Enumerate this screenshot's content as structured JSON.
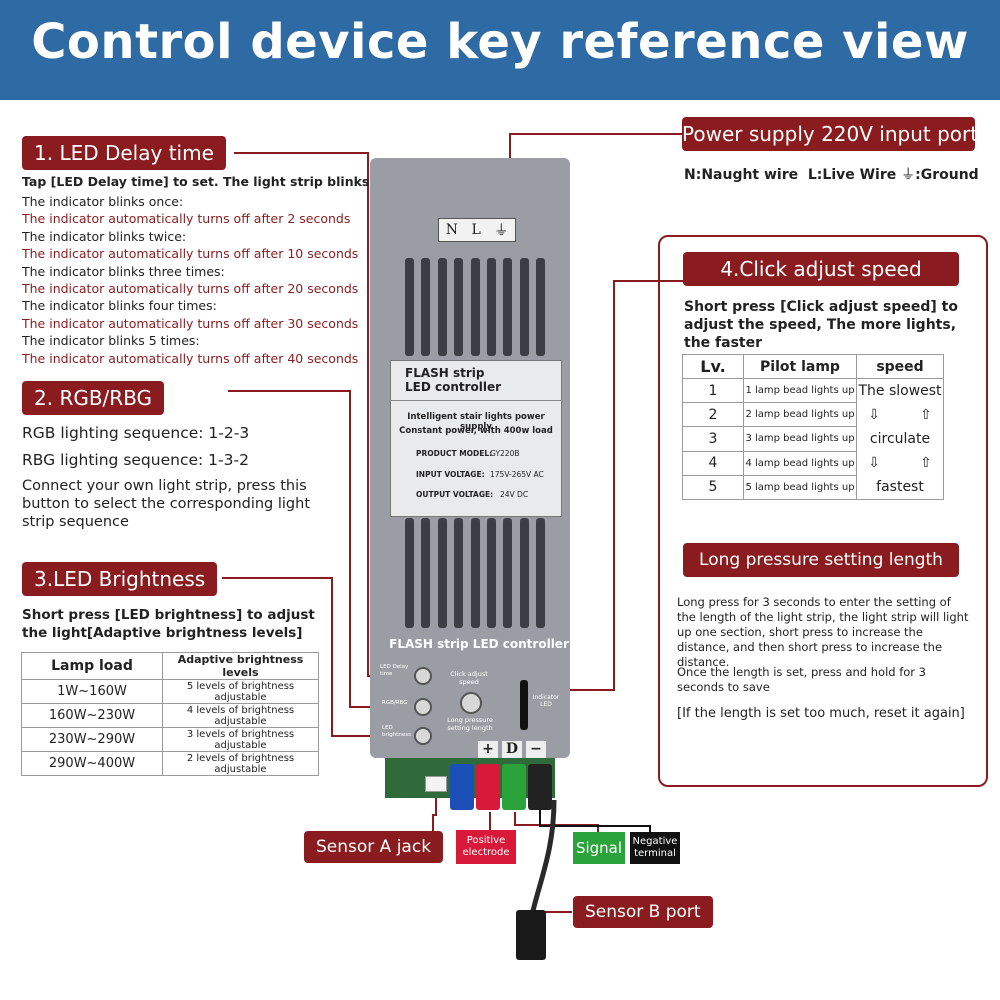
{
  "title": "Control device key reference view",
  "section1": {
    "tag": "1. LED Delay time",
    "intro": "Tap [LED Delay time] to set. The light strip blinks",
    "lines": [
      {
        "blink": "The indicator blinks once:",
        "result": "The indicator automatically turns off after 2 seconds"
      },
      {
        "blink": "The indicator blinks twice:",
        "result": "The indicator automatically turns off after 10 seconds"
      },
      {
        "blink": "The indicator blinks three times:",
        "result": "The indicator automatically turns off after 20 seconds"
      },
      {
        "blink": "The indicator blinks four times:",
        "result": "The indicator automatically turns off after 30 seconds"
      },
      {
        "blink": "The indicator blinks 5 times:",
        "result": "The indicator automatically turns off after 40 seconds"
      }
    ]
  },
  "section2": {
    "tag": "2. RGB/RBG",
    "rgb": "RGB lighting sequence: 1-2-3",
    "rbg": "RBG lighting sequence: 1-3-2",
    "desc": "Connect your own light strip, press this button to select the corresponding light strip sequence"
  },
  "section3": {
    "tag": "3.LED Brightness",
    "intro": "Short press [LED brightness] to adjust the light[Adaptive brightness levels]",
    "headers": [
      "Lamp load",
      "Adaptive brightness levels"
    ],
    "rows": [
      [
        "1W~160W",
        "5 levels of brightness adjustable"
      ],
      [
        "160W~230W",
        "4 levels of brightness adjustable"
      ],
      [
        "230W~290W",
        "3 levels of brightness adjustable"
      ],
      [
        "290W~400W",
        "2 levels of brightness adjustable"
      ]
    ]
  },
  "power": {
    "tag": "Power supply 220V input port",
    "legend": "N:Naught wire  L:Live Wire",
    "ground": ":Ground"
  },
  "section4": {
    "tag": "4.Click adjust speed",
    "intro": "Short press [Click adjust speed] to adjust the speed, The more lights, the faster",
    "headers": [
      "Lv.",
      "Pilot lamp",
      "speed"
    ],
    "rows": [
      [
        "1",
        "1 lamp bead lights up"
      ],
      [
        "2",
        "2 lamp bead lights up"
      ],
      [
        "3",
        "3 lamp bead lights up"
      ],
      [
        "4",
        "4 lamp bead lights up"
      ],
      [
        "5",
        "5 lamp bead lights up"
      ]
    ],
    "speed_top": "The slowest",
    "speed_mid": "circulate",
    "speed_bottom": "fastest",
    "arrow_down": "⇩",
    "arrow_up": "⇧"
  },
  "section5": {
    "tag": "Long pressure setting length",
    "p1": "Long press for 3 seconds to enter the setting of the length of the light strip, the light strip will light up one section, short press to increase the distance, and then short press to increase the distance.",
    "p2": "Once the length is set, press and hold for 3 seconds to save",
    "p3": "[If the length is set too much, reset it again]"
  },
  "device": {
    "logo": [
      "N",
      "L",
      "⏚"
    ],
    "label_title": "FLASH strip LED controller",
    "label_line1": "Intelligent stair lights power supply",
    "label_line2": "Constant power, with 400w load",
    "model_label": "PRODUCT MODEL:",
    "model_value": "GY220B",
    "input_label": "INPUT VOLTAGE:",
    "input_value": "175V-265V AC",
    "output_label": "OUTPUT VOLTAGE:",
    "output_value": "24V DC",
    "panel_title": "FLASH strip LED controller",
    "btn_delay": "LED Delay time",
    "btn_rgb": "RGB/RBG",
    "btn_bright": "LED brightness",
    "click_label": "Click adjust speed",
    "long_label": "Long pressure setting length",
    "indicator": "Indicator LED",
    "terminal_plus": "+",
    "terminal_d": "D",
    "terminal_minus": "−"
  },
  "bottom": {
    "sensor_a": "Sensor A jack",
    "positive": "Positive electrode",
    "signal": "Signal",
    "negative": "Negative terminal",
    "sensor_b": "Sensor B port"
  },
  "colors": {
    "banner": "#2e6aa3",
    "tag": "#8a1c1f",
    "blue_wire": "#1d4fb8",
    "red_wire": "#d9193a",
    "green_wire": "#2aa33a"
  }
}
